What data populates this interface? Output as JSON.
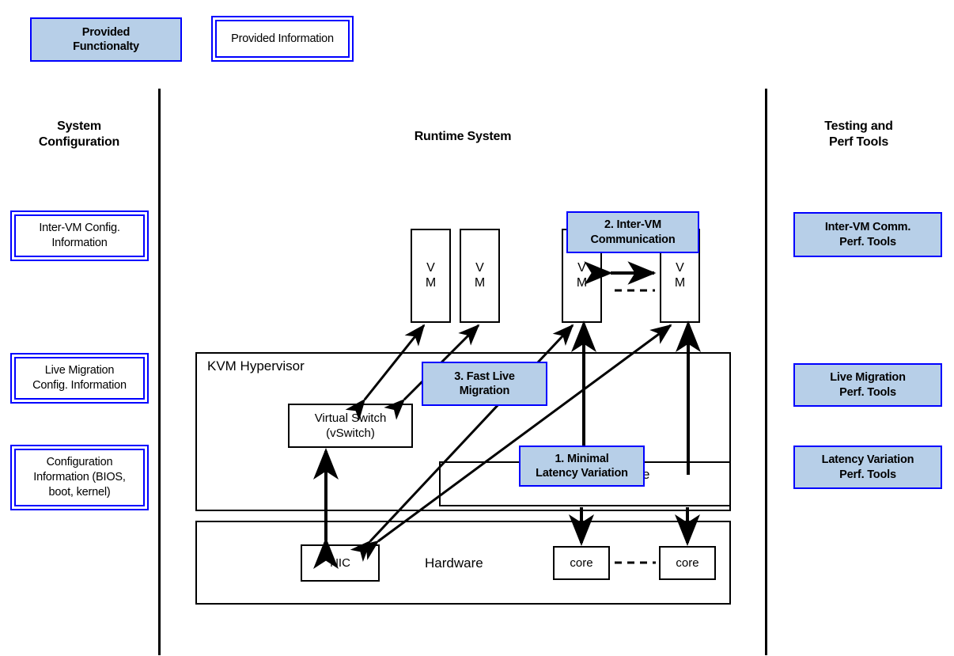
{
  "legend": {
    "functionality": "Provided\nFunctionalty",
    "information": "Provided Information"
  },
  "columns": {
    "left": {
      "heading": "System\nConfiguration",
      "items": [
        "Inter-VM Config.\nInformation",
        "Live Migration\nConfig. Information",
        "Configuration\nInformation (BIOS,\nboot, kernel)"
      ]
    },
    "center": {
      "heading": "Runtime System"
    },
    "right": {
      "heading": "Testing and\nPerf Tools",
      "items": [
        "Inter-VM Comm.\nPerf. Tools",
        "Live Migration\nPerf. Tools",
        "Latency Variation\nPerf. Tools"
      ]
    }
  },
  "runtime": {
    "vms": [
      "V\nM",
      "V\nM",
      "V\nM",
      "V\nM"
    ],
    "hypervisor_label": "KVM Hypervisor",
    "vswitch_label": "Virtual Switch\n(vSwitch)",
    "scheduler_label": "e",
    "hardware_label": "Hardware",
    "nic_label": "NIC",
    "core_labels": [
      "core",
      "core"
    ]
  },
  "callouts": [
    "1. Minimal\nLatency Variation",
    "2. Inter-VM\nCommunication",
    "3. Fast Live\nMigration"
  ],
  "colors": {
    "fill": "#b7cfe8",
    "border_blue": "#0000ff",
    "line_black": "#000000"
  }
}
